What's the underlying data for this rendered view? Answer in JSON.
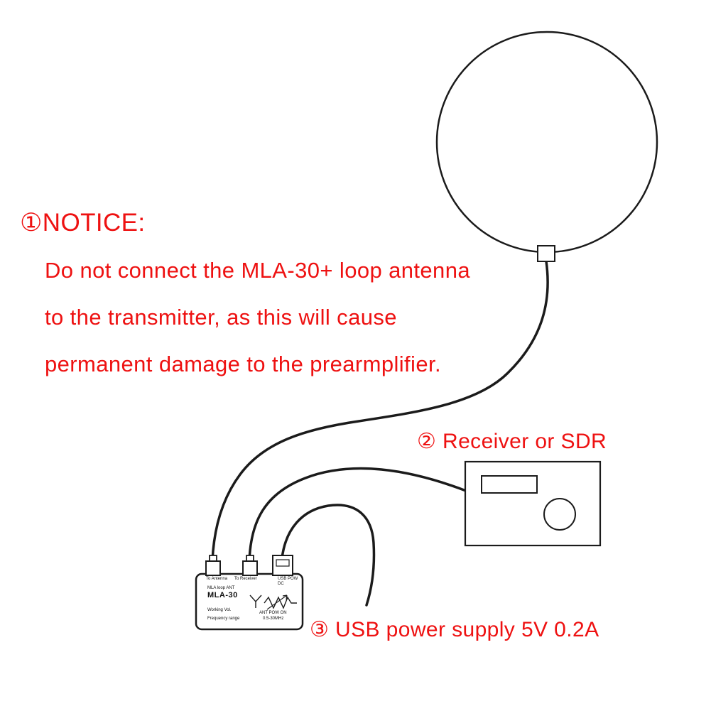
{
  "colors": {
    "accent_red": "#ee1111",
    "line": "#1b1b1b"
  },
  "notice": {
    "heading": "①NOTICE:",
    "line1": "Do not connect the MLA-30+ loop antenna",
    "line2": "to the transmitter, as this will cause",
    "line3": "permanent damage to the prearmplifier."
  },
  "labels": {
    "receiver": "② Receiver or SDR",
    "usb": "③ USB power supply 5V 0.2A"
  },
  "amp_box": {
    "port_left": "To Antenna",
    "port_right": "To Receiver",
    "usb_port": "USB POW DC",
    "model_line": "MLA loop ANT",
    "model": "MLA-30",
    "working": "Working Vol.",
    "ant_pow": "ANT POW ON",
    "freq_label": "Frequency range",
    "freq_value": "0.5-30MHz"
  }
}
